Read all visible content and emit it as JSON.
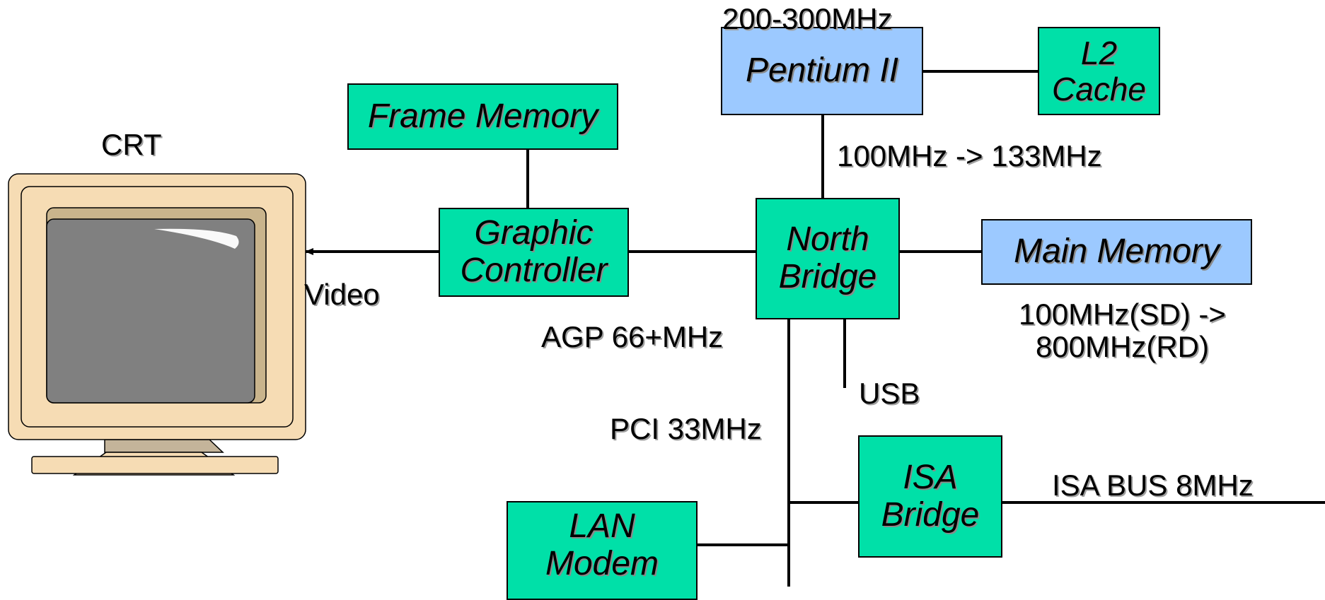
{
  "colors": {
    "component_green": "#00e0a8",
    "cpu_blue": "#9cc9ff",
    "memory_blue": "#9cc9ff",
    "line": "#000000",
    "monitor_beige": "#f6dcb4",
    "screen_gray": "#808080"
  },
  "components": {
    "pentium": "Pentium II",
    "l2_cache": [
      "L2",
      "Cache"
    ],
    "frame_memory": "Frame Memory",
    "graphic_controller": [
      "Graphic",
      "Controller"
    ],
    "north_bridge": [
      "North",
      "Bridge"
    ],
    "main_memory": "Main Memory",
    "isa_bridge": [
      "ISA",
      "Bridge"
    ],
    "lan_modem": [
      "LAN",
      "Modem"
    ]
  },
  "labels": {
    "cpu_speed": "200-300MHz",
    "fsb_speed": "100MHz -> 133MHz",
    "memory_speed": [
      "100MHz(SD) ->",
      "800MHz(RD)"
    ],
    "crt": "CRT",
    "video": "Video",
    "agp": "AGP 66+MHz",
    "usb": "USB",
    "pci": "PCI 33MHz",
    "isa_bus": "ISA BUS 8MHz"
  },
  "icons": {
    "monitor": "crt-monitor-icon"
  }
}
